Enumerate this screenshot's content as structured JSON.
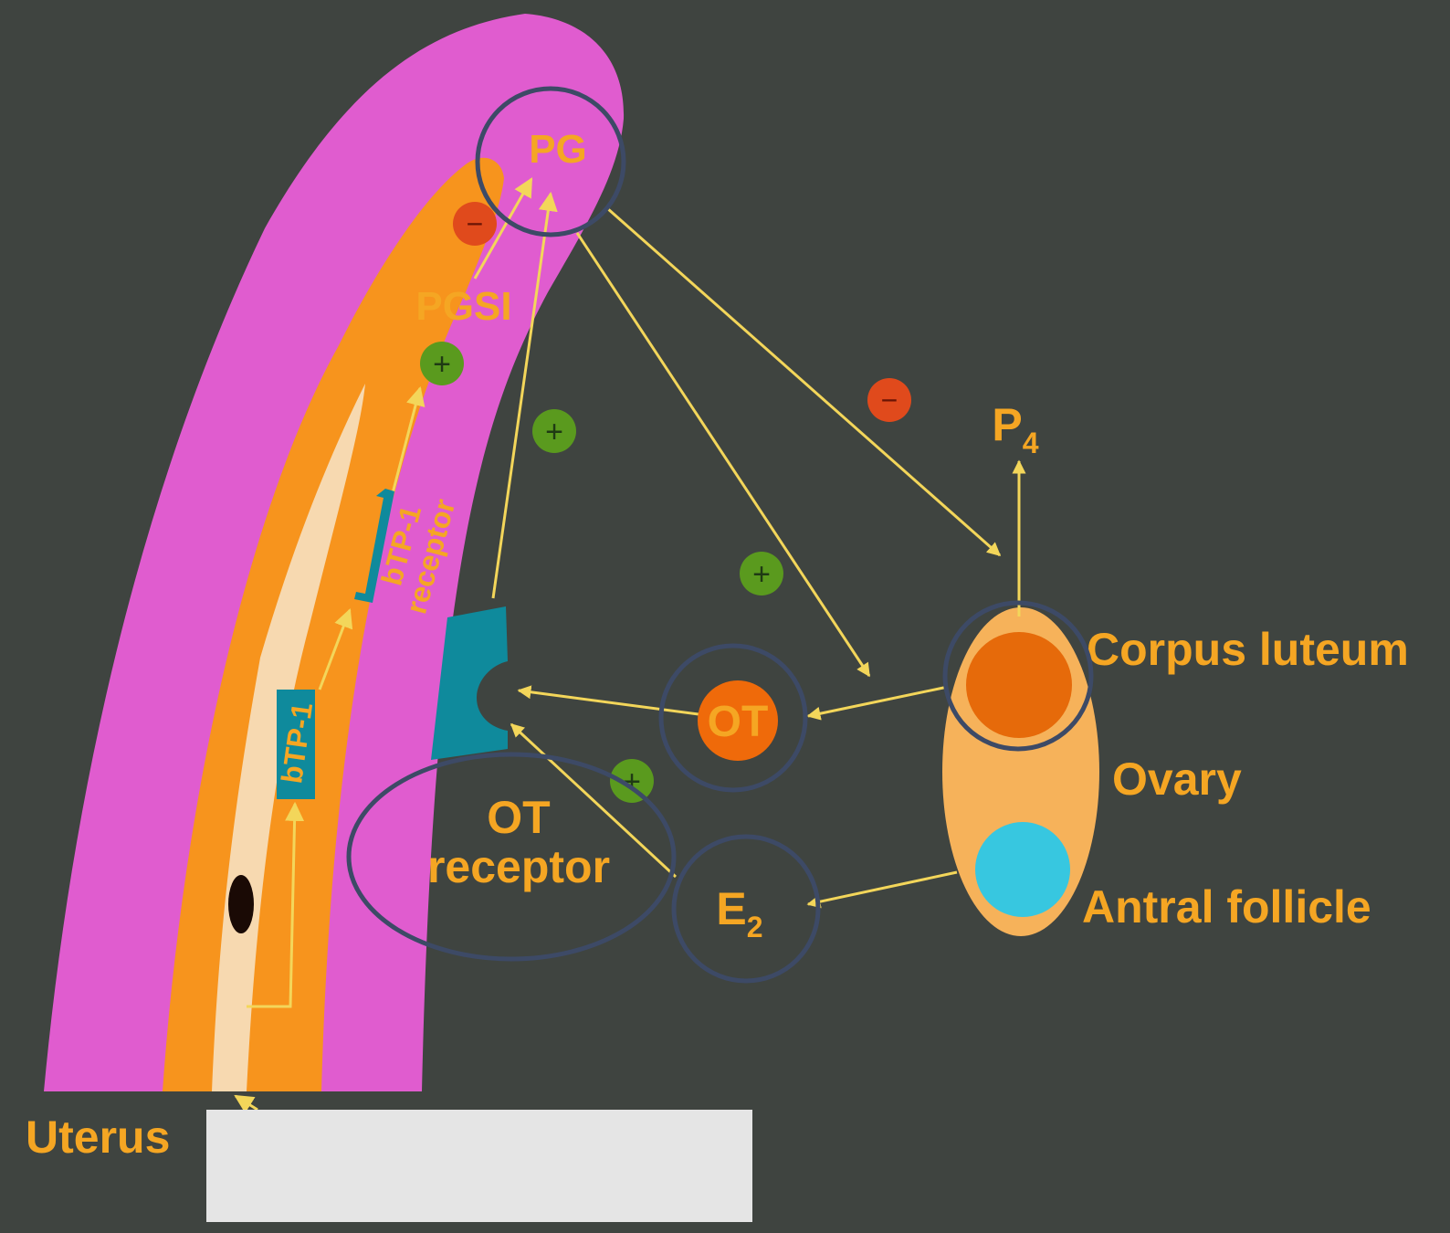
{
  "labels": {
    "pg": "PG",
    "pgsi": "PGSI",
    "btp1": "bTP-1",
    "btp1_receptor_line1": "bTP-1",
    "btp1_receptor_line2": "receptor",
    "ot": "OT",
    "ot_receptor_line1": "OT",
    "ot_receptor_line2": "receptor",
    "e2_base": "E",
    "e2_sub": "2",
    "p4_base": "P",
    "p4_sub": "4",
    "corpus_luteum": "Corpus luteum",
    "ovary": "Ovary",
    "antral_follicle": "Antral follicle",
    "uterus": "Uterus"
  },
  "signs": {
    "plus": "+",
    "minus": "−"
  },
  "colors": {
    "background": "#3f4440",
    "uterus_outer": "#e05ccf",
    "uterus_inner": "#f7941d",
    "lumen": "#f7d9b0",
    "label": "#f5a623",
    "arrow": "#f3d65a",
    "receptor": "#0f8a9c",
    "plus_badge": "#5a9a1e",
    "minus_badge": "#e04a1c",
    "ot_badge": "#ef6a0a",
    "ovary": "#f6b25a",
    "corpus_luteum": "#e66a0a",
    "antral_follicle": "#37c7e0",
    "highlight_ring": "#3d4a66",
    "redaction_box": "#e5e5e5"
  }
}
